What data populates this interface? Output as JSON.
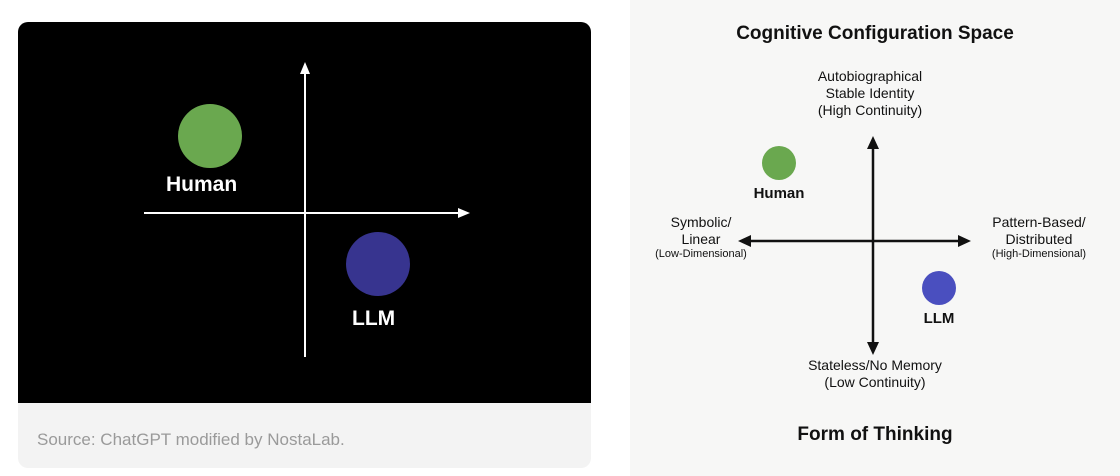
{
  "left_figure": {
    "human_label": "Human",
    "llm_label": "LLM",
    "caption": "Source: ChatGPT modified by NostaLab.",
    "colors": {
      "background": "#000000",
      "human": "#6aa84f",
      "llm": "#37348f",
      "axis": "#ffffff"
    }
  },
  "right_figure": {
    "title": "Cognitive Configuration Space",
    "top_label": [
      "Autobiographical",
      "Stable Identity",
      "(High Continuity)"
    ],
    "bottom_label": [
      "Stateless/No Memory",
      "(Low Continuity)"
    ],
    "left_label": [
      "Symbolic/",
      "Linear",
      "(Low-Dimensional)"
    ],
    "right_label": [
      "Pattern-Based/",
      "Distributed",
      "(High-Dimensional)"
    ],
    "human_label": "Human",
    "llm_label": "LLM",
    "footer": "Form of Thinking",
    "colors": {
      "background": "#f7f7f6",
      "human": "#6aa84f",
      "llm": "#4a4fbf",
      "axis": "#111111"
    }
  }
}
